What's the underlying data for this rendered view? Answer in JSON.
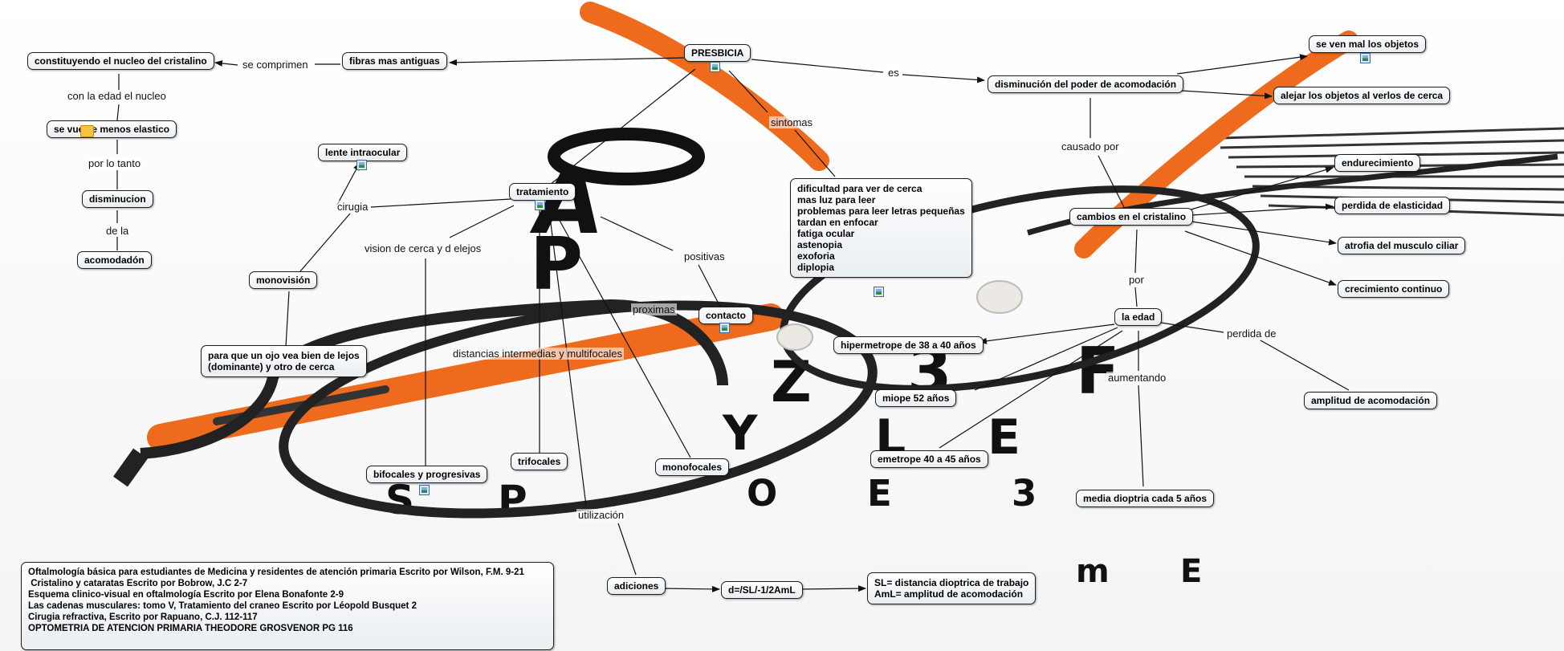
{
  "nodes": {
    "presbicia": "PRESBICIA",
    "fibras": "fibras mas antiguas",
    "nucleo": "constituyendo el nucleo del cristalino",
    "elastico": "se vuelve menos elastico",
    "disminucion": "disminucion",
    "acomodacion": "acomodadón",
    "lente": "lente intraocular",
    "tratamiento": "tratamiento",
    "monovision": "monovisión",
    "ojo": "para que un ojo vea bien de lejos\n(dominante) y otro de cerca",
    "bifocales": "bifocales y progresivas",
    "trifocales": "trifocales",
    "monofocales": "monofocales",
    "contacto": "contacto",
    "adiciones": "adiciones",
    "formula": "d=/SL/-1/2AmL",
    "sl": "SL= distancia dioptrica de trabajo\nAmL= amplitud de acomodación",
    "sintomas": "dificultad para ver de cerca\nmas luz para leer\nproblemas para leer letras pequeñas\ntardan en enfocar\nfatiga ocular\nastenopia\nexoforia\ndiplopia",
    "poder": "disminución del poder de acomodación",
    "vermal": "se ven mal los objetos",
    "alejar": "alejar los objetos al verlos de cerca",
    "cambios": "cambios en el cristalino",
    "endurecimiento": "endurecimiento",
    "elasticidad": "perdida de elasticidad",
    "atrofia": "atrofia del musculo ciliar",
    "crecimiento": "crecimiento continuo",
    "edad": "la edad",
    "hipermetrope": "hipermetrope de 38 a 40 años",
    "miope": "miope 52 años",
    "emetrope": "emetrope 40 a 45 años",
    "dioptria": "media dioptria cada 5 años",
    "amplitud": "amplitud de acomodación",
    "referencias": "Oftalmología básica para estudiantes de Medicina y residentes de atención primaria Escrito por Wilson, F.M. 9-21\n Cristalino y cataratas Escrito por Bobrow, J.C 2-7\nEsquema clinico-visual en oftalmología Escrito por Elena Bonafonte 2-9\nLas cadenas musculares: tomo V, Tratamiento del craneo Escrito por Léopold Busquet 2\nCirugia refractiva, Escrito por Rapuano, C.J. 112-117\nOPTOMETRIA DE ATENCION PRIMARIA THEODORE GROSVENOR PG 116"
  },
  "labels": {
    "se_comprimen": "se comprimen",
    "con_la_edad": "con la edad el nucleo",
    "por_lo_tanto": "por lo tanto",
    "de_la": "de la",
    "cirugia": "cirugia",
    "vision_cerca": "vision de cerca y d elejos",
    "positivas": "positivas",
    "proximas": "proximas",
    "distancias": "distancias intermedias y multifocales",
    "utilizacion": "utilización",
    "es": "es",
    "sintomas": "sintomas",
    "causado_por": "causado por",
    "por": "por",
    "perdida_de": "perdida de",
    "aumentando": "aumentando"
  },
  "background": {
    "chart_letters": [
      "A",
      "P",
      "Z",
      "3",
      "F",
      "Y",
      "L",
      "E",
      "S",
      "P",
      "O",
      "E",
      "3",
      "m",
      "E"
    ]
  },
  "colors": {
    "frame_orange": "#ee6a1c",
    "frame_dark": "#2a2a2a",
    "node_border": "#1e1e1e",
    "link": "#111111"
  }
}
